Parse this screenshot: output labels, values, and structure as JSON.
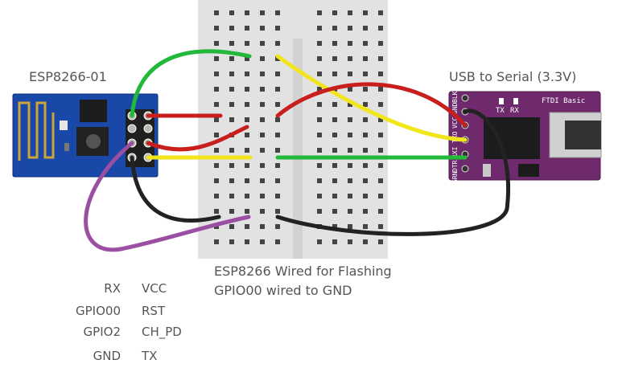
{
  "labels": {
    "esp_title": "ESP8266-01",
    "ftdi_title": "USB to Serial (3.3V)",
    "caption_line1": "ESP8266 Wired for Flashing",
    "caption_line2": "GPIO00 wired to GND"
  },
  "ftdi_board": {
    "name": "FTDI Basic",
    "pins": [
      "BLK",
      "GND",
      "VCC",
      "TXO",
      "RXI",
      "DTR",
      "GRN"
    ],
    "leds": [
      "TX",
      "RX"
    ]
  },
  "pinout": [
    {
      "left": "RX",
      "right": "VCC"
    },
    {
      "left": "GPIO00",
      "right": "RST"
    },
    {
      "left": "GPIO2",
      "right": "CH_PD"
    },
    {
      "left": "GND",
      "right": "TX"
    }
  ],
  "wires": [
    {
      "name": "esp-tx-wire",
      "color": "#22b83a"
    },
    {
      "name": "esp-vcc-wire",
      "color": "#c81e1e"
    },
    {
      "name": "esp-chpd-wire",
      "color": "#c81e1e"
    },
    {
      "name": "esp-rx-wire",
      "color": "#f2e51c"
    },
    {
      "name": "esp-gnd-wire",
      "color": "#222222"
    },
    {
      "name": "esp-gpio00-wire",
      "color": "#9b4fa3"
    },
    {
      "name": "ftdi-rxi-wire",
      "color": "#f2e51c"
    },
    {
      "name": "ftdi-vcc-wire",
      "color": "#c81e1e"
    },
    {
      "name": "ftdi-txo-wire",
      "color": "#22b83a"
    },
    {
      "name": "ftdi-gnd-wire",
      "color": "#222222"
    }
  ],
  "colors": {
    "esp_board": "#1a48a8",
    "ftdi_board": "#6e2a6c",
    "breadboard": "#e2e2e2"
  }
}
